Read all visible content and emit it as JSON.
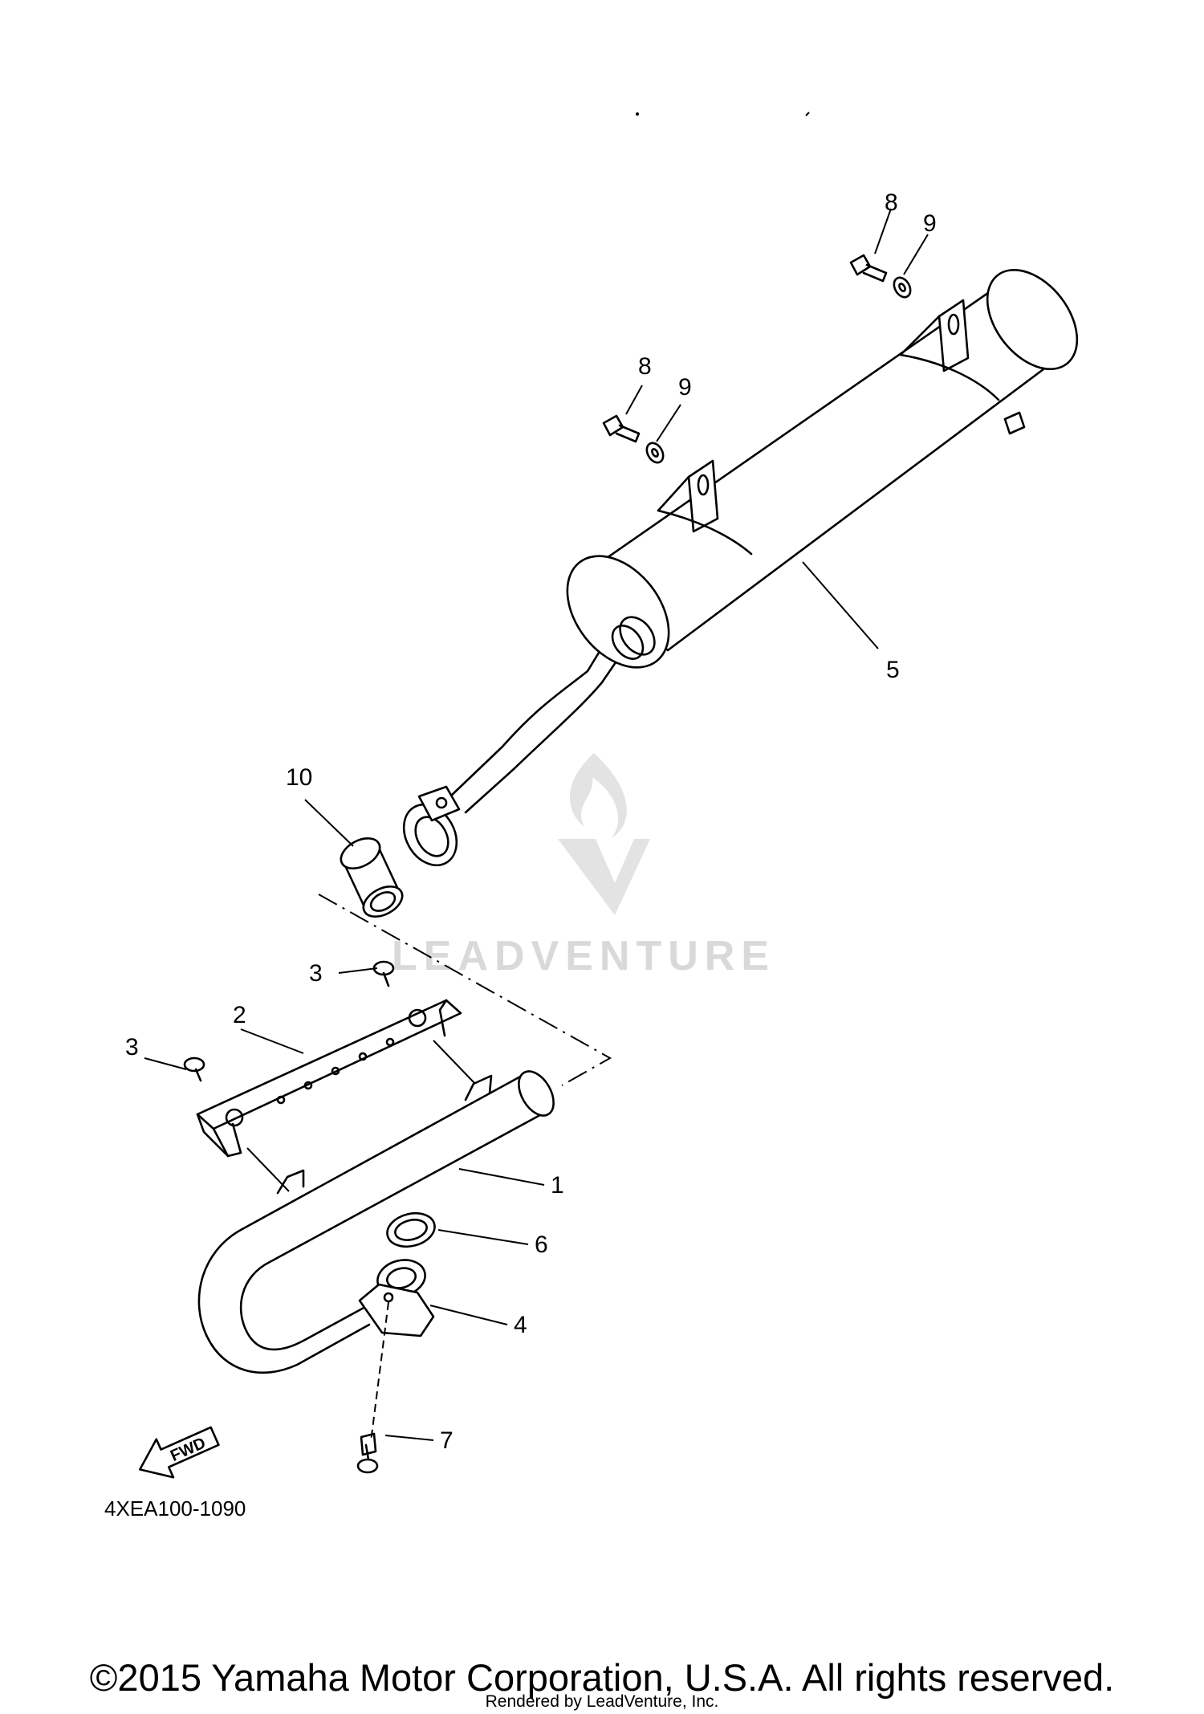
{
  "callouts": {
    "c1": "1",
    "c2": "2",
    "c3a": "3",
    "c3b": "3",
    "c4": "4",
    "c5": "5",
    "c6": "6",
    "c7": "7",
    "c8a": "8",
    "c8b": "8",
    "c9a": "9",
    "c9b": "9",
    "c10": "10"
  },
  "fwd_label": "FWD",
  "diagram_code": "4XEA100-1090",
  "watermark": {
    "text": "LEADVENTURE",
    "icon": "flame-v-logo-icon"
  },
  "copyright": "©2015 Yamaha Motor Corporation, U.S.A. All rights reserved.",
  "rendered_by": "Rendered by LeadVenture, Inc.",
  "colors": {
    "line": "#000000",
    "watermark": "#d9d9d9",
    "background": "#ffffff"
  }
}
